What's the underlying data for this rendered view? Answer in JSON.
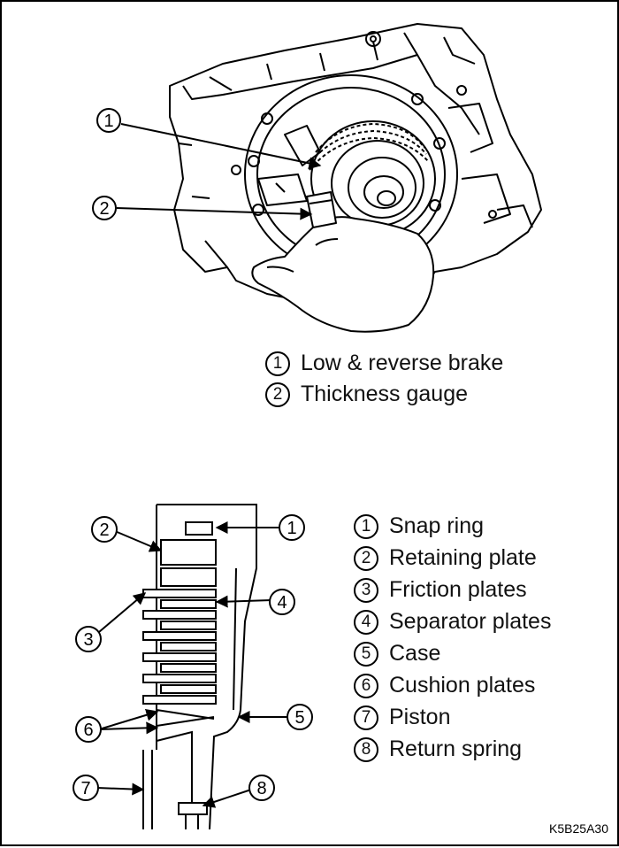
{
  "top_diagram": {
    "callouts": [
      "1",
      "2"
    ],
    "legend": [
      {
        "num": "1",
        "label": "Low & reverse brake"
      },
      {
        "num": "2",
        "label": "Thickness gauge"
      }
    ]
  },
  "bottom_diagram": {
    "callouts": [
      "1",
      "2",
      "3",
      "4",
      "5",
      "6",
      "7",
      "8"
    ],
    "legend": [
      {
        "num": "1",
        "label": "Snap ring"
      },
      {
        "num": "2",
        "label": "Retaining plate"
      },
      {
        "num": "3",
        "label": "Friction plates"
      },
      {
        "num": "4",
        "label": "Separator plates"
      },
      {
        "num": "5",
        "label": "Case"
      },
      {
        "num": "6",
        "label": "Cushion plates"
      },
      {
        "num": "7",
        "label": "Piston"
      },
      {
        "num": "8",
        "label": "Return spring"
      }
    ]
  },
  "figure_code": "K5B25A30"
}
